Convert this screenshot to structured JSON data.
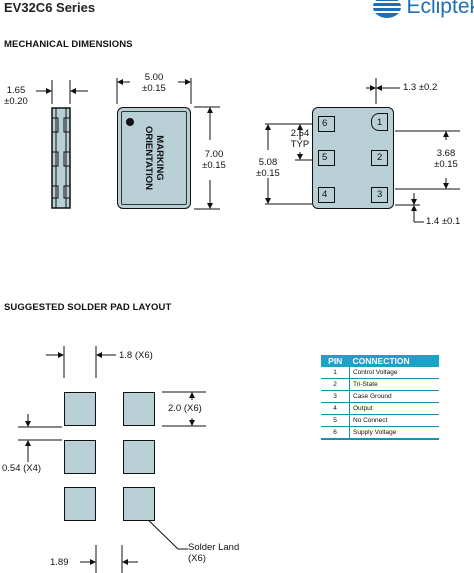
{
  "header": {
    "series_title": "EV32C6 Series",
    "logo_text": "Ecliptek"
  },
  "mech": {
    "section_title": "MECHANICAL DIMENSIONS",
    "thickness": "1.65\n±0.20",
    "top_width": "5.00\n±0.15",
    "top_height": "7.00\n±0.15",
    "marking": "MARKING\nORIENTATION",
    "pitch": "2.54\nTYP",
    "pad_span": "5.08\n±0.15",
    "pad_width": "1.3 ±0.2",
    "pad_length": "3.68\n±0.15",
    "pad_height": "1.4 ±0.1",
    "pins": [
      "6",
      "1",
      "5",
      "2",
      "4",
      "3"
    ]
  },
  "solder": {
    "section_title": "SUGGESTED SOLDER PAD LAYOUT",
    "land_width": "1.8 (X6)",
    "land_height": "2.0 (X6)",
    "gap": "0.54 (X4)",
    "spacing": "1.89",
    "callout": "Solder Land\n(X6)"
  },
  "pin_table": {
    "headers": [
      "PIN",
      "CONNECTION"
    ],
    "rows": [
      {
        "pin": "1",
        "connection": "Control Voltage"
      },
      {
        "pin": "2",
        "connection": "Tri-State"
      },
      {
        "pin": "3",
        "connection": "Case Ground"
      },
      {
        "pin": "4",
        "connection": "Output"
      },
      {
        "pin": "5",
        "connection": "No Connect"
      },
      {
        "pin": "6",
        "connection": "Supply Voltage"
      }
    ]
  }
}
